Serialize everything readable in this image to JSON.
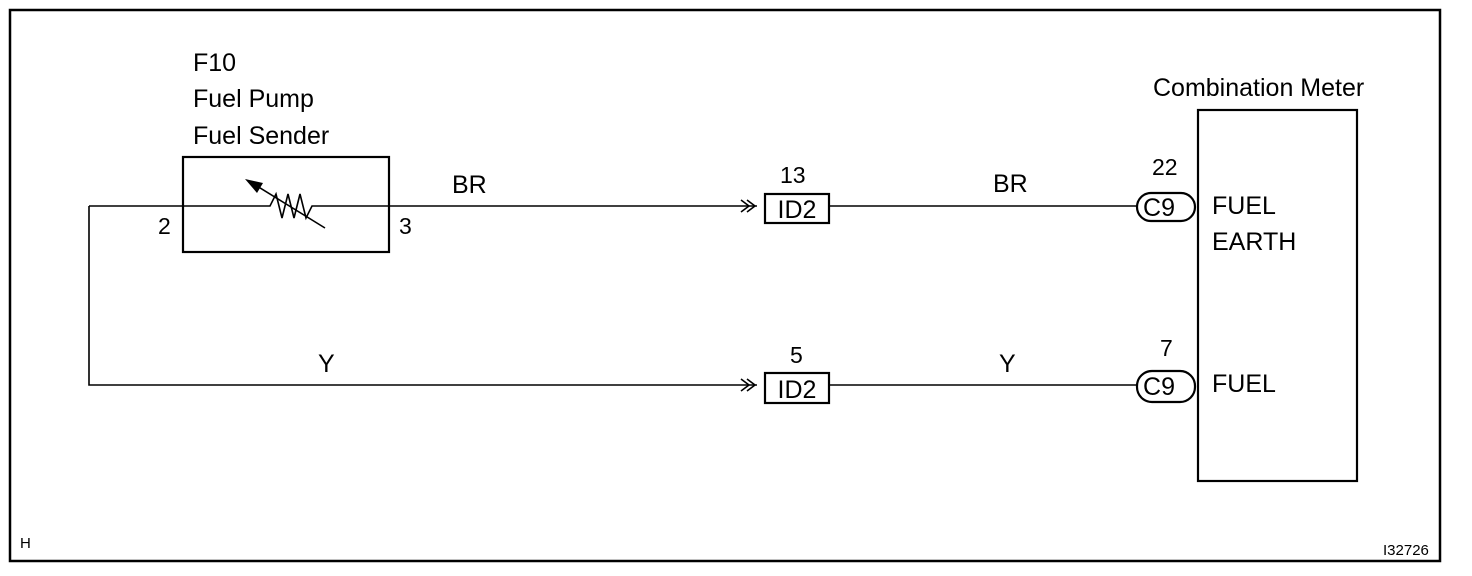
{
  "frame": {
    "corner_code": "H",
    "figure_id": "I32726"
  },
  "sender": {
    "code": "F10",
    "name_line1": "Fuel Pump",
    "name_line2": "Fuel Sender",
    "pin_left": "2",
    "pin_right": "3"
  },
  "meter": {
    "title": "Combination Meter",
    "connector": "C9",
    "terminal_top_line1": "FUEL",
    "terminal_top_line2": "EARTH",
    "terminal_bottom": "FUEL"
  },
  "wires": [
    {
      "color_left": "BR",
      "color_right": "BR",
      "junction": "ID2",
      "junction_pin": "13",
      "meter_pin": "22"
    },
    {
      "color_left": "Y",
      "color_right": "Y",
      "junction": "ID2",
      "junction_pin": "5",
      "meter_pin": "7"
    }
  ]
}
